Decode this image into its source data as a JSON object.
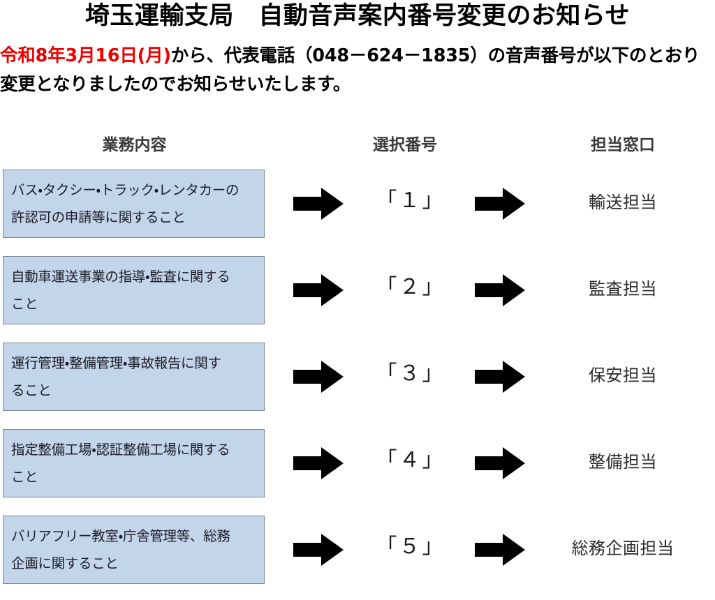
{
  "document": {
    "title": "埼玉運輸支局　自動音声案内番号変更のお知らせ",
    "intro": {
      "highlight": "令和8年3月16日(月)",
      "rest_line1": "から、代表電話（048－624－1835）の音声番号が以下のとおり",
      "line2": "変更となりましたのでお知らせいたします。",
      "highlight_color": "#ee0000"
    }
  },
  "table": {
    "headers": {
      "task": "業務内容",
      "number": "選択番号",
      "department": "担当窓口"
    },
    "box_fill_color": "#c3d5e8",
    "box_border_color": "#7a8794",
    "arrow_color": "#000000",
    "rows": [
      {
        "task_line1": "バス・タクシー・トラック・レンタカーの",
        "task_line2": "許認可の申請等に関すること",
        "number": "「１」",
        "department": "輸送担当"
      },
      {
        "task_line1": "自動車運送事業の指導・監査に関する",
        "task_line2": "こと",
        "number": "「２」",
        "department": "監査担当"
      },
      {
        "task_line1": "運行管理・整備管理・事故報告に関す",
        "task_line2": "ること",
        "number": "「３」",
        "department": "保安担当"
      },
      {
        "task_line1": "指定整備工場・認証整備工場に関する",
        "task_line2": "こと",
        "number": "「４」",
        "department": "整備担当"
      },
      {
        "task_line1": "バリアフリー教室・庁舎管理等、総務",
        "task_line2": "企画に関すること",
        "number": "「５」",
        "department": "総務企画担当"
      }
    ]
  }
}
